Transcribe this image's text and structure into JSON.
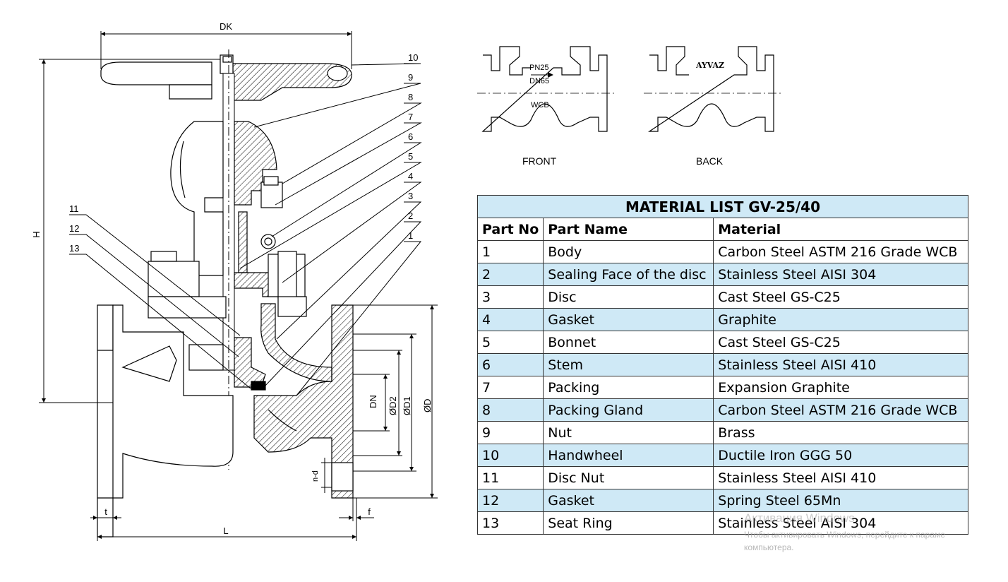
{
  "drawing": {
    "dimension_labels": {
      "dk": "DK",
      "h": "H",
      "l": "L",
      "t": "t",
      "f": "f",
      "dn": "DN",
      "d2": "ØD2",
      "d1": "ØD1",
      "d": "ØD",
      "nd": "n-d"
    },
    "callouts_right": [
      "10",
      "9",
      "8",
      "7",
      "6",
      "5",
      "4",
      "3",
      "2",
      "1"
    ],
    "callouts_left": [
      "11",
      "12",
      "13"
    ]
  },
  "views": {
    "front": {
      "caption": "FRONT",
      "marks": [
        "PN25",
        "DN65",
        "WCB"
      ]
    },
    "back": {
      "caption": "BACK",
      "brand": "AYVAZ"
    }
  },
  "material_list": {
    "title": "MATERIAL LIST  GV-25/40",
    "headers": [
      "Part No",
      "Part Name",
      "Material"
    ],
    "rows": [
      [
        "1",
        "Body",
        "Carbon Steel ASTM 216 Grade WCB"
      ],
      [
        "2",
        "Sealing Face of the disc",
        "Stainless Steel AISI 304"
      ],
      [
        "3",
        "Disc",
        "Cast Steel GS-C25"
      ],
      [
        "4",
        "Gasket",
        "Graphite"
      ],
      [
        "5",
        "Bonnet",
        "Cast Steel GS-C25"
      ],
      [
        "6",
        "Stem",
        "Stainless Steel AISI 410"
      ],
      [
        "7",
        "Packing",
        "Expansion Graphite"
      ],
      [
        "8",
        "Packing Gland",
        "Carbon Steel ASTM 216 Grade WCB"
      ],
      [
        "9",
        "Nut",
        "Brass"
      ],
      [
        "10",
        "Handwheel",
        "Ductile Iron GGG 50"
      ],
      [
        "11",
        "Disc Nut",
        "Stainless Steel AISI 410"
      ],
      [
        "12",
        "Gasket",
        "Spring Steel 65Mn"
      ],
      [
        "13",
        "Seat Ring",
        "Stainless Steel AISI 304"
      ]
    ]
  },
  "watermark": {
    "line1": "Активация Windows",
    "line2": "Чтобы активировать Windows, перейдите к параме",
    "line3": "компьютера."
  }
}
